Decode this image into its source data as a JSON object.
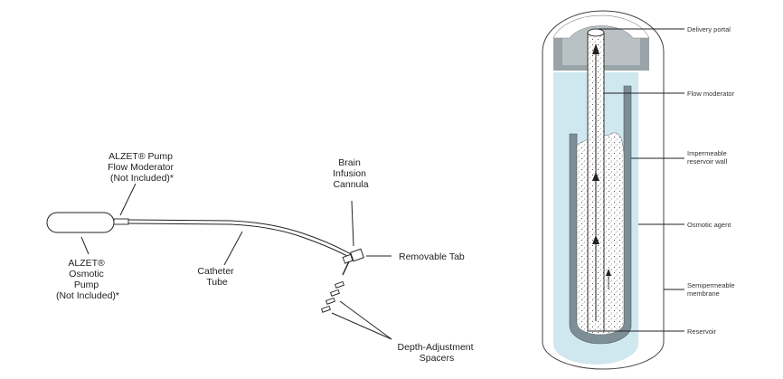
{
  "left_diagram": {
    "labels": {
      "flow_moderator": [
        "ALZET® Pump",
        "Flow Moderator",
        "(Not Included)*"
      ],
      "brain_cannula": [
        "Brain",
        "Infusion",
        "Cannula"
      ],
      "removable_tab": "Removable Tab",
      "osmotic_pump": [
        "ALZET®",
        "Osmotic",
        "Pump",
        "(Not Included)*"
      ],
      "catheter_tube": [
        "Catheter",
        "Tube"
      ],
      "spacers": [
        "Depth-Adjustment",
        "Spacers"
      ]
    }
  },
  "right_diagram": {
    "labels": {
      "delivery_portal": "Delivery portal",
      "flow_moderator": "Flow moderator",
      "impermeable_wall": [
        "Impermeable",
        "reservoir wall"
      ],
      "osmotic_agent": "Osmotic agent",
      "semipermeable": [
        "Semipermeable",
        "membrane"
      ],
      "reservoir": "Reservoir"
    },
    "colors": {
      "osmotic_agent": "#cfe7ee",
      "cap_gray": "#9aa4a8",
      "reservoir_wall": "#7d8e96"
    }
  }
}
